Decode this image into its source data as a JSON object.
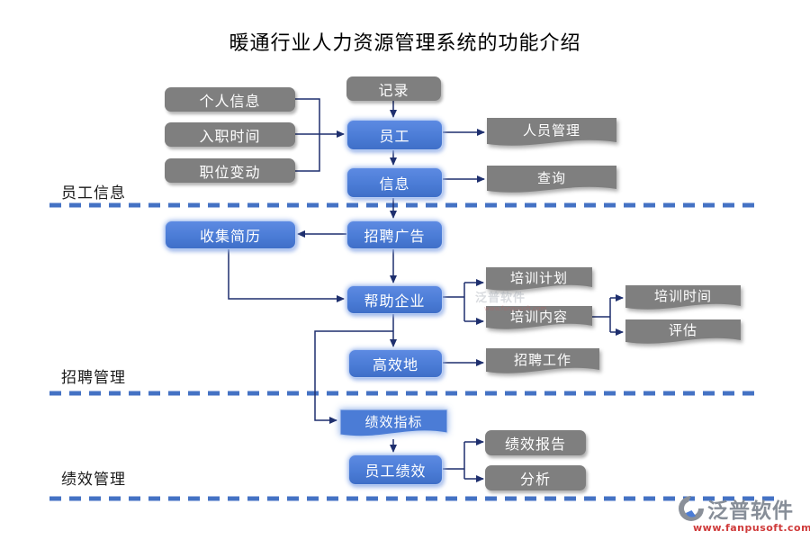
{
  "title": "暖通行业人力资源管理系统的功能介绍",
  "sections": [
    {
      "label": "员工信息"
    },
    {
      "label": "招聘管理"
    },
    {
      "label": "绩效管理"
    }
  ],
  "nodes": {
    "personal_info": "个人信息",
    "hire_date": "入职时间",
    "position_change": "职位变动",
    "record": "记录",
    "employee": "员工",
    "info": "信息",
    "personnel_mgmt": "人员管理",
    "query": "查询",
    "collect_resume": "收集简历",
    "recruit_ad": "招聘广告",
    "help_enterprise": "帮助企业",
    "training_plan": "培训计划",
    "training_content": "培训内容",
    "training_time": "培训时间",
    "evaluation": "评估",
    "efficiently": "高效地",
    "recruit_work": "招聘工作",
    "perf_indicator": "绩效指标",
    "employee_perf": "员工绩效",
    "perf_report": "绩效报告",
    "analysis": "分析"
  },
  "watermark": {
    "brand": "泛普软件",
    "url": "www.fanpusoft.com"
  },
  "colors": {
    "node_blue": "#4b7cd6",
    "node_gray": "#7f7f7f",
    "divider_blue": "#4472c4",
    "connector_navy": "#1e2f6e",
    "brand_gray": "#878e98",
    "url_red": "#cf3a3a"
  }
}
